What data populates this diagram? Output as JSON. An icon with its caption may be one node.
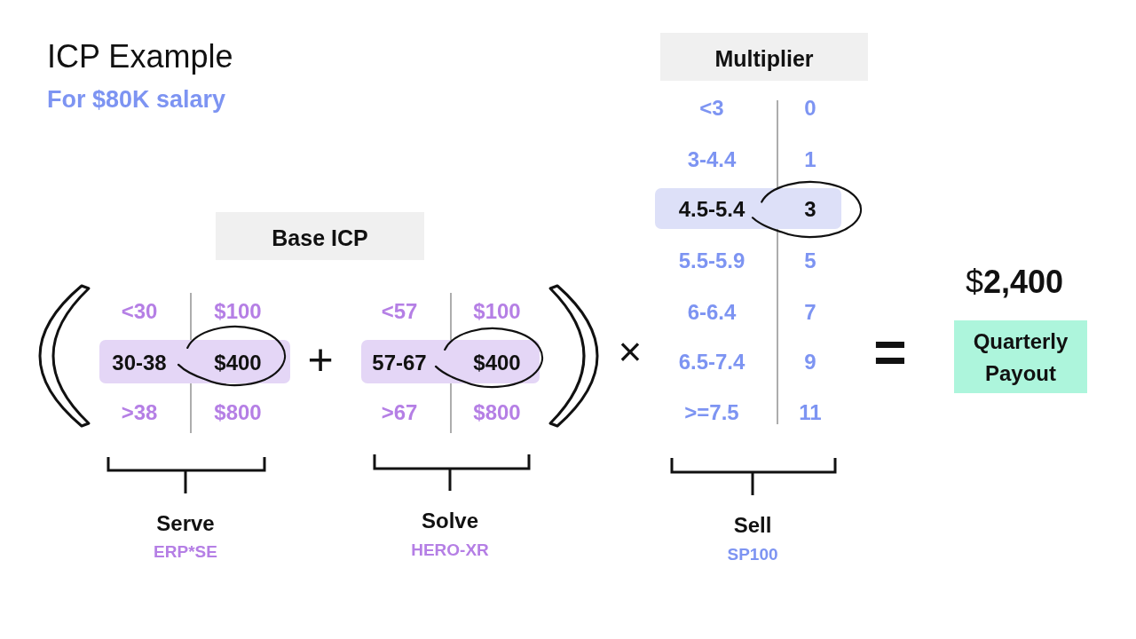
{
  "diagram": {
    "title": "ICP Example",
    "nodes": [
      {
        "text": [
          "Base ICP"
        ]
      },
      {
        "text": [
          "30-38",
          "$400"
        ]
      },
      {
        "text": [
          "57-67",
          "$400"
        ]
      },
      {
        "text": [
          "Multiplier"
        ]
      },
      {
        "text": [
          "4.5-5.4",
          "3"
        ]
      },
      {
        "text": [
          "Quarterly Payout"
        ],
        "beside": [
          "$**2,400**"
        ]
      }
    ],
    "labels": [
      "For $80K salary",
      "<30",
      "$100",
      ">38",
      "$800",
      "+",
      "<57",
      "$100",
      ">67",
      "$800",
      "×",
      "<3",
      "0",
      "3-4.4",
      "1",
      "5.5-5.9",
      "5",
      "6-6.4",
      "7",
      "6.5-7.4",
      "9",
      ">=7.5",
      "11",
      "=",
      "Serve",
      "ERP*SE",
      "Solve",
      "HERO-XR",
      "Sell",
      "SP100"
    ]
  }
}
